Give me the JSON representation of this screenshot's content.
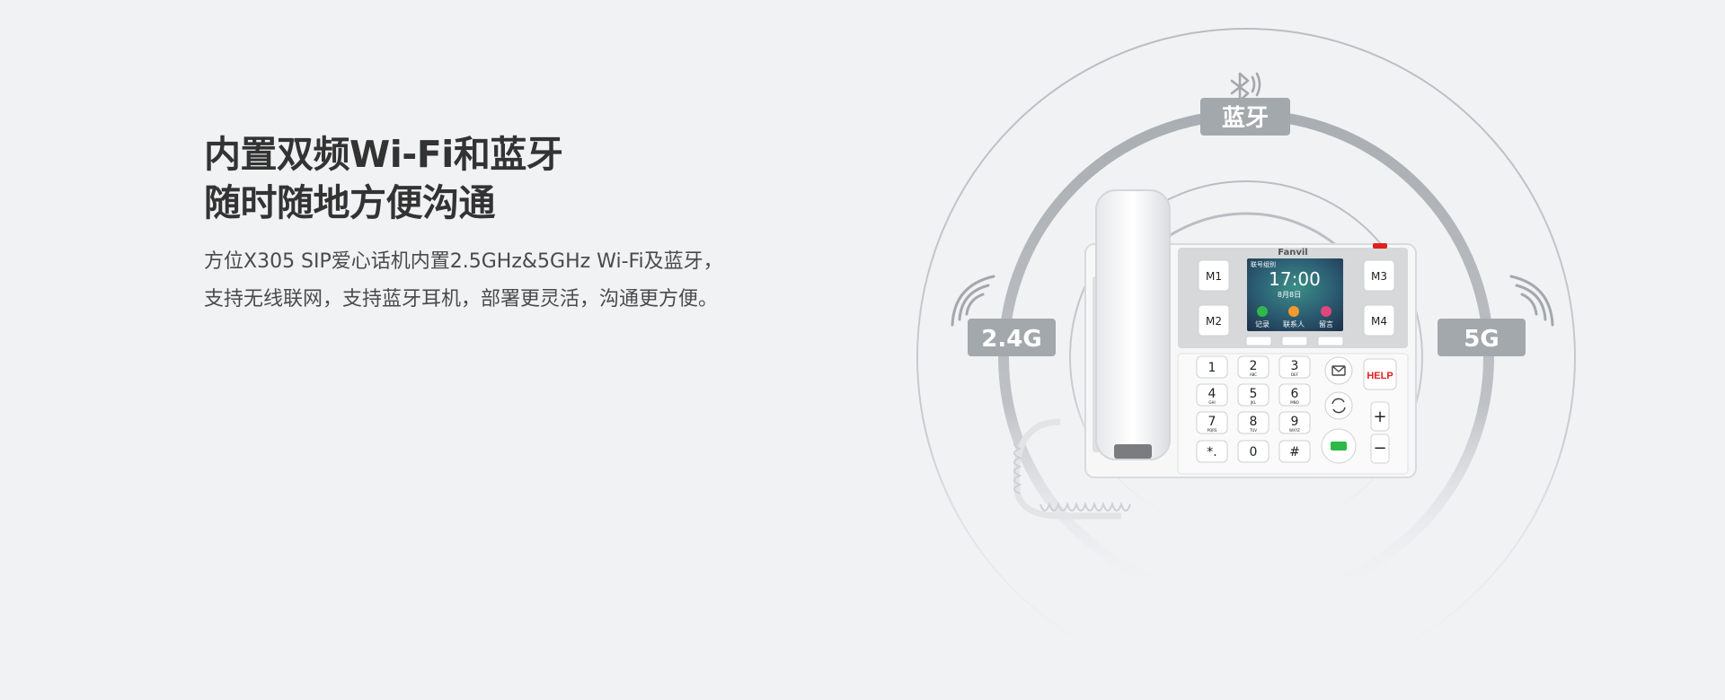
{
  "headline": {
    "line1": "内置双频Wi-Fi和蓝牙",
    "line2": "随时随地方便沟通"
  },
  "description": "方位X305 SIP爱心话机内置2.5GHz&5GHz Wi-Fi及蓝牙，支持无线联网，支持蓝牙耳机，部署更灵活，沟通更方便。",
  "badges": {
    "bluetooth": "蓝牙",
    "wifi_24": "2.4G",
    "wifi_5": "5G"
  },
  "phone": {
    "brand": "Fanvil",
    "screen": {
      "status": "联号组别",
      "time": "17:00",
      "date": "8月8日",
      "apps": [
        "记录",
        "联系人",
        "留言"
      ]
    },
    "memory_keys": [
      "M1",
      "M2",
      "M3",
      "M4"
    ],
    "keypad": [
      {
        "digit": "1",
        "letters": ""
      },
      {
        "digit": "2",
        "letters": "ABC"
      },
      {
        "digit": "3",
        "letters": "DEF"
      },
      {
        "digit": "4",
        "letters": "GHI"
      },
      {
        "digit": "5",
        "letters": "JKL"
      },
      {
        "digit": "6",
        "letters": "MNO"
      },
      {
        "digit": "7",
        "letters": "PQRS"
      },
      {
        "digit": "8",
        "letters": "TUV"
      },
      {
        "digit": "9",
        "letters": "WXYZ"
      },
      {
        "digit": "*.",
        "letters": ""
      },
      {
        "digit": "0",
        "letters": ""
      },
      {
        "digit": "#",
        "letters": ""
      }
    ],
    "help_label": "HELP",
    "volume_plus": "+",
    "volume_minus": "−"
  },
  "colors": {
    "background": "#f1f2f4",
    "badge": "#a3a8ad",
    "help": "#e02020",
    "speaker": "#2fb84a"
  }
}
